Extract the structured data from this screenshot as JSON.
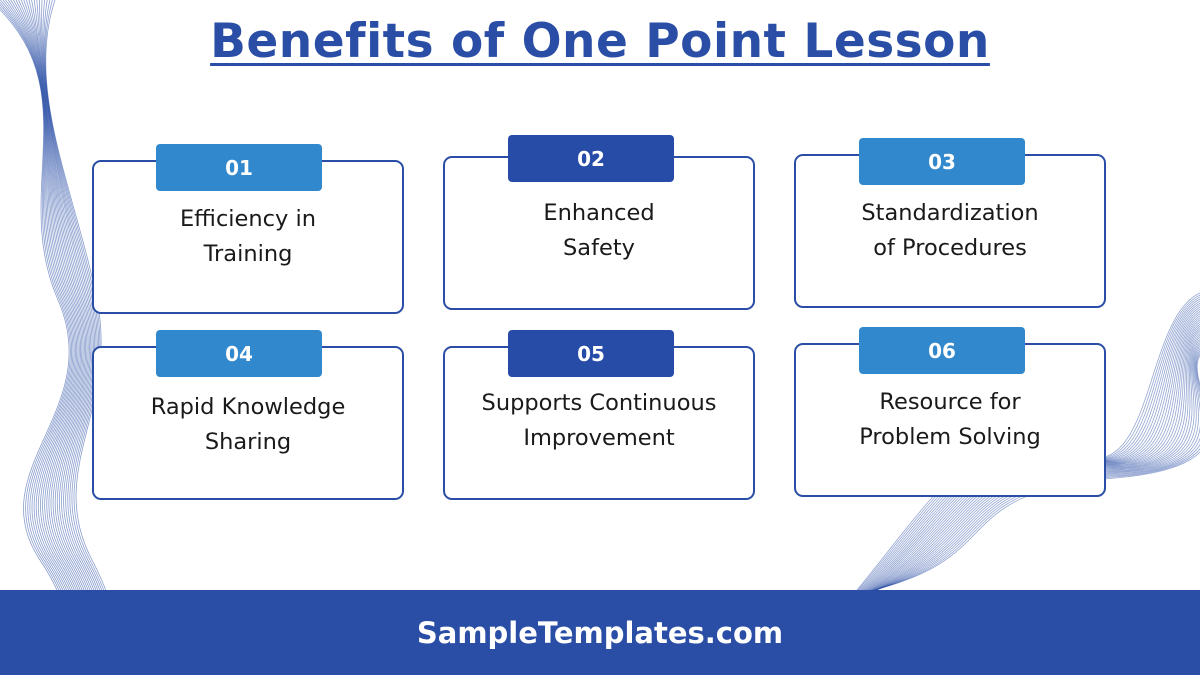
{
  "title": "Benefits of One Point Lesson",
  "colors": {
    "primary": "#2a4ea5",
    "badge_light": "#3288cc",
    "badge_dark": "#274ca8",
    "text": "#1a1a1a",
    "background": "#ffffff"
  },
  "cards": [
    {
      "number": "01",
      "text": "Efficiency in\nTraining",
      "badge_style": "light"
    },
    {
      "number": "02",
      "text": "Enhanced\nSafety",
      "badge_style": "dark"
    },
    {
      "number": "03",
      "text": "Standardization\nof Procedures",
      "badge_style": "light"
    },
    {
      "number": "04",
      "text": "Rapid Knowledge\nSharing",
      "badge_style": "light"
    },
    {
      "number": "05",
      "text": "Supports Continuous\nImprovement",
      "badge_style": "dark"
    },
    {
      "number": "06",
      "text": "Resource for\nProblem Solving",
      "badge_style": "light"
    }
  ],
  "footer": {
    "text": "SampleTemplates.com"
  }
}
